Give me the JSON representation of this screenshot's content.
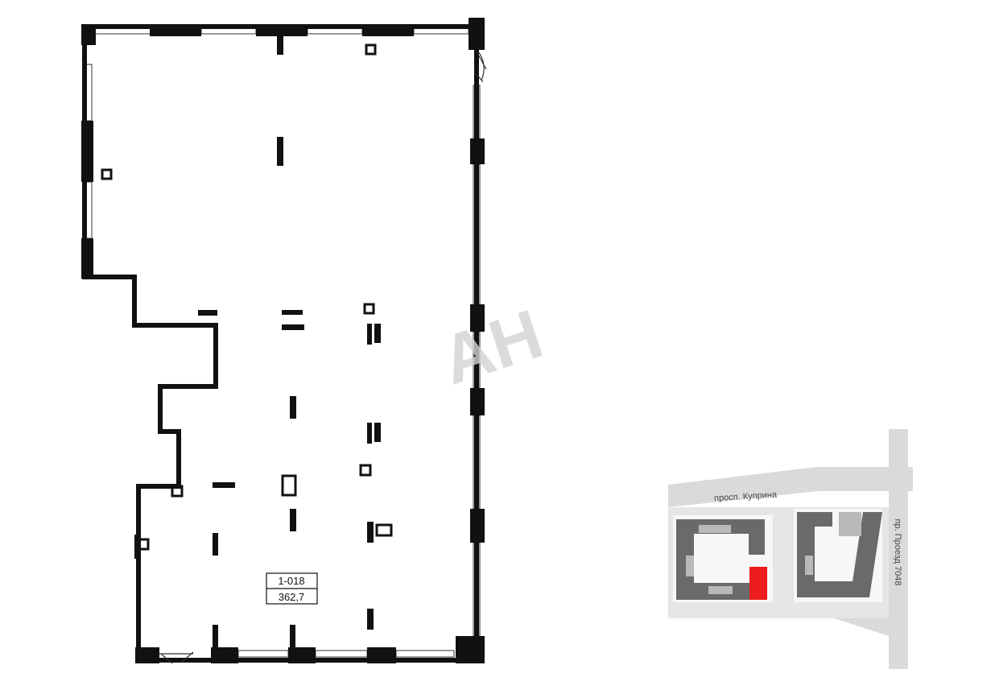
{
  "unit": {
    "number": "1-018",
    "area": "362,7"
  },
  "site_plan": {
    "street_top": "просп. Куприна",
    "street_right": "пр. Проезд 7048",
    "highlight_color": "#ee1c1c"
  },
  "watermark": {
    "text": "АН"
  },
  "colors": {
    "wall": "#111111",
    "road": "#dadada",
    "building": "#6a6a6a",
    "building_light": "#b9b9b9"
  }
}
